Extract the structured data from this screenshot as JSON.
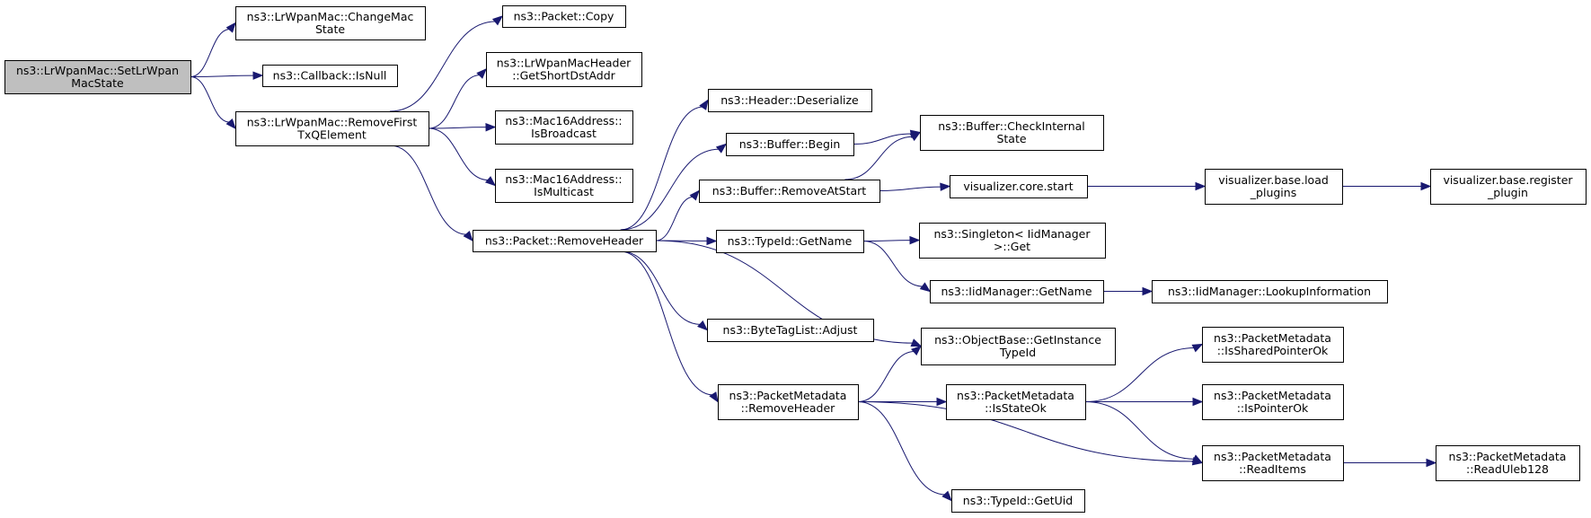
{
  "diagram": {
    "root_node_id": "setlrwpanmacstate",
    "colors": {
      "edge": "#191970",
      "root_fill": "#bfbfbf",
      "node_fill": "#ffffff",
      "node_border": "#000000"
    },
    "nodes": [
      {
        "id": "setlrwpanmacstate",
        "lines": [
          "ns3::LrWpanMac::SetLrWpan",
          "MacState"
        ]
      },
      {
        "id": "changemacstate",
        "lines": [
          "ns3::LrWpanMac::ChangeMac",
          "State"
        ]
      },
      {
        "id": "callback-isnull",
        "lines": [
          "ns3::Callback::IsNull"
        ]
      },
      {
        "id": "removefirsttxqelement",
        "lines": [
          "ns3::LrWpanMac::RemoveFirst",
          "TxQElement"
        ]
      },
      {
        "id": "packet-copy",
        "lines": [
          "ns3::Packet::Copy"
        ]
      },
      {
        "id": "getshortdstaddr",
        "lines": [
          "ns3::LrWpanMacHeader",
          "::GetShortDstAddr"
        ]
      },
      {
        "id": "isbroadcast",
        "lines": [
          "ns3::Mac16Address::",
          "IsBroadcast"
        ]
      },
      {
        "id": "ismulticast",
        "lines": [
          "ns3::Mac16Address::",
          "IsMulticast"
        ]
      },
      {
        "id": "packet-removeheader",
        "lines": [
          "ns3::Packet::RemoveHeader"
        ]
      },
      {
        "id": "header-deserialize",
        "lines": [
          "ns3::Header::Deserialize"
        ]
      },
      {
        "id": "buffer-begin",
        "lines": [
          "ns3::Buffer::Begin"
        ]
      },
      {
        "id": "buffer-removeatstart",
        "lines": [
          "ns3::Buffer::RemoveAtStart"
        ]
      },
      {
        "id": "buffer-checkinternalstate",
        "lines": [
          "ns3::Buffer::CheckInternal",
          "State"
        ]
      },
      {
        "id": "visualizer-core-start",
        "lines": [
          "visualizer.core.start"
        ]
      },
      {
        "id": "visualizer-base-load-plugins",
        "lines": [
          "visualizer.base.load",
          "_plugins"
        ]
      },
      {
        "id": "visualizer-base-register-plugin",
        "lines": [
          "visualizer.base.register",
          "_plugin"
        ]
      },
      {
        "id": "typeid-getname",
        "lines": [
          "ns3::TypeId::GetName"
        ]
      },
      {
        "id": "singleton-get",
        "lines": [
          "ns3::Singleton< IidManager",
          " >::Get"
        ]
      },
      {
        "id": "iidmanager-getname",
        "lines": [
          "ns3::IidManager::GetName"
        ]
      },
      {
        "id": "iidmanager-lookupinformation",
        "lines": [
          "ns3::IidManager::LookupInformation"
        ]
      },
      {
        "id": "bytetaglist-adjust",
        "lines": [
          "ns3::ByteTagList::Adjust"
        ]
      },
      {
        "id": "getinstancetypeid",
        "lines": [
          "ns3::ObjectBase::GetInstance",
          "TypeId"
        ]
      },
      {
        "id": "packetmetadata-removeheader",
        "lines": [
          "ns3::PacketMetadata",
          "::RemoveHeader"
        ]
      },
      {
        "id": "packetmetadata-isstateok",
        "lines": [
          "ns3::PacketMetadata",
          "::IsStateOk"
        ]
      },
      {
        "id": "packetmetadata-issharedpointerok",
        "lines": [
          "ns3::PacketMetadata",
          "::IsSharedPointerOk"
        ]
      },
      {
        "id": "packetmetadata-ispointerok",
        "lines": [
          "ns3::PacketMetadata",
          "::IsPointerOk"
        ]
      },
      {
        "id": "packetmetadata-readitems",
        "lines": [
          "ns3::PacketMetadata",
          "::ReadItems"
        ]
      },
      {
        "id": "packetmetadata-readuleb128",
        "lines": [
          "ns3::PacketMetadata",
          "::ReadUleb128"
        ]
      },
      {
        "id": "typeid-getuid",
        "lines": [
          "ns3::TypeId::GetUid"
        ]
      }
    ],
    "edges": [
      {
        "from": "setlrwpanmacstate",
        "to": "changemacstate"
      },
      {
        "from": "setlrwpanmacstate",
        "to": "callback-isnull"
      },
      {
        "from": "setlrwpanmacstate",
        "to": "removefirsttxqelement"
      },
      {
        "from": "removefirsttxqelement",
        "to": "packet-copy"
      },
      {
        "from": "removefirsttxqelement",
        "to": "getshortdstaddr"
      },
      {
        "from": "removefirsttxqelement",
        "to": "isbroadcast"
      },
      {
        "from": "removefirsttxqelement",
        "to": "ismulticast"
      },
      {
        "from": "removefirsttxqelement",
        "to": "packet-removeheader"
      },
      {
        "from": "packet-removeheader",
        "to": "header-deserialize"
      },
      {
        "from": "packet-removeheader",
        "to": "buffer-begin"
      },
      {
        "from": "packet-removeheader",
        "to": "buffer-removeatstart"
      },
      {
        "from": "packet-removeheader",
        "to": "typeid-getname"
      },
      {
        "from": "packet-removeheader",
        "to": "getinstancetypeid"
      },
      {
        "from": "packet-removeheader",
        "to": "bytetaglist-adjust"
      },
      {
        "from": "packet-removeheader",
        "to": "packetmetadata-removeheader"
      },
      {
        "from": "buffer-begin",
        "to": "buffer-checkinternalstate"
      },
      {
        "from": "buffer-removeatstart",
        "to": "buffer-checkinternalstate"
      },
      {
        "from": "buffer-removeatstart",
        "to": "visualizer-core-start"
      },
      {
        "from": "visualizer-core-start",
        "to": "visualizer-base-load-plugins"
      },
      {
        "from": "visualizer-base-load-plugins",
        "to": "visualizer-base-register-plugin"
      },
      {
        "from": "typeid-getname",
        "to": "singleton-get"
      },
      {
        "from": "typeid-getname",
        "to": "iidmanager-getname"
      },
      {
        "from": "iidmanager-getname",
        "to": "iidmanager-lookupinformation"
      },
      {
        "from": "packetmetadata-removeheader",
        "to": "getinstancetypeid"
      },
      {
        "from": "packetmetadata-removeheader",
        "to": "packetmetadata-isstateok"
      },
      {
        "from": "packetmetadata-removeheader",
        "to": "packetmetadata-readitems"
      },
      {
        "from": "packetmetadata-removeheader",
        "to": "typeid-getuid"
      },
      {
        "from": "packetmetadata-isstateok",
        "to": "packetmetadata-issharedpointerok"
      },
      {
        "from": "packetmetadata-isstateok",
        "to": "packetmetadata-ispointerok"
      },
      {
        "from": "packetmetadata-isstateok",
        "to": "packetmetadata-readitems"
      },
      {
        "from": "packetmetadata-readitems",
        "to": "packetmetadata-readuleb128"
      }
    ]
  }
}
